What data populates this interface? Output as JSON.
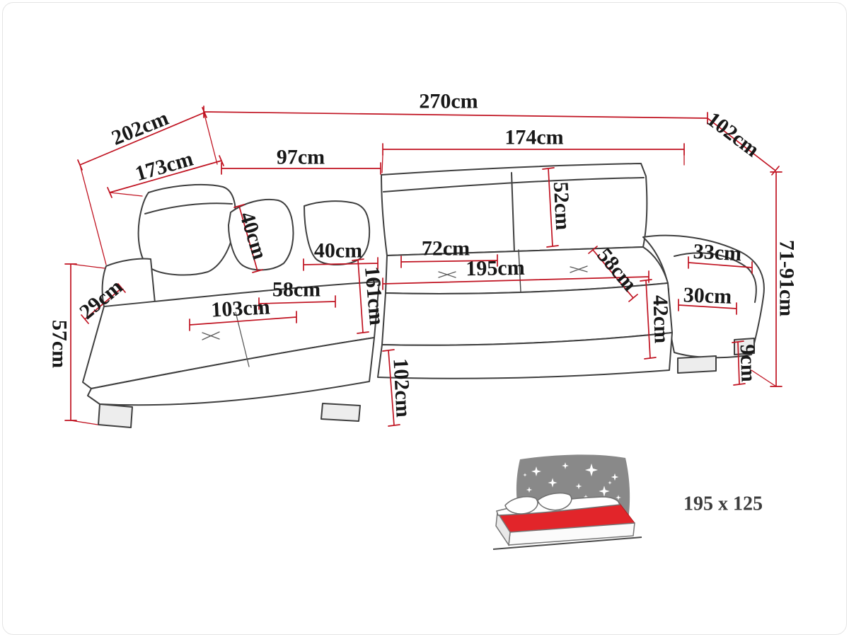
{
  "diagram": {
    "type": "furniture-dimension-drawing",
    "subject": "corner-sofa-with-sleeping-function",
    "unit": "cm"
  },
  "colors": {
    "dimension_line": "#c01321",
    "outline": "#3f3f3f",
    "label_text": "#181818",
    "bed_backdrop": "#898989",
    "bed_mattress": "#e2252a"
  },
  "labels": {
    "total_width": "270cm",
    "depth_left_outer": "202cm",
    "depth_right": "102cm",
    "depth_left_inner": "173cm",
    "back_width_left": "97cm",
    "back_width_right": "174cm",
    "backrest_height": "52cm",
    "pillow_side": "40cm",
    "pillow_front": "40cm",
    "seat_depth": "72cm",
    "seat_width": "195cm",
    "seat_diag_right": "58cm",
    "armrest_width": "33cm",
    "chaise_seat_width": "58cm",
    "chaise_length": "161cm",
    "left_arm_width": "29cm",
    "chaise_width": "103cm",
    "seat_height": "42cm",
    "armrest_depth": "30cm",
    "total_height": "71-91cm",
    "side_height": "57cm",
    "chaise_front_width": "102cm",
    "leg_height": "9cm",
    "sleeping_area": "195 x 125"
  }
}
